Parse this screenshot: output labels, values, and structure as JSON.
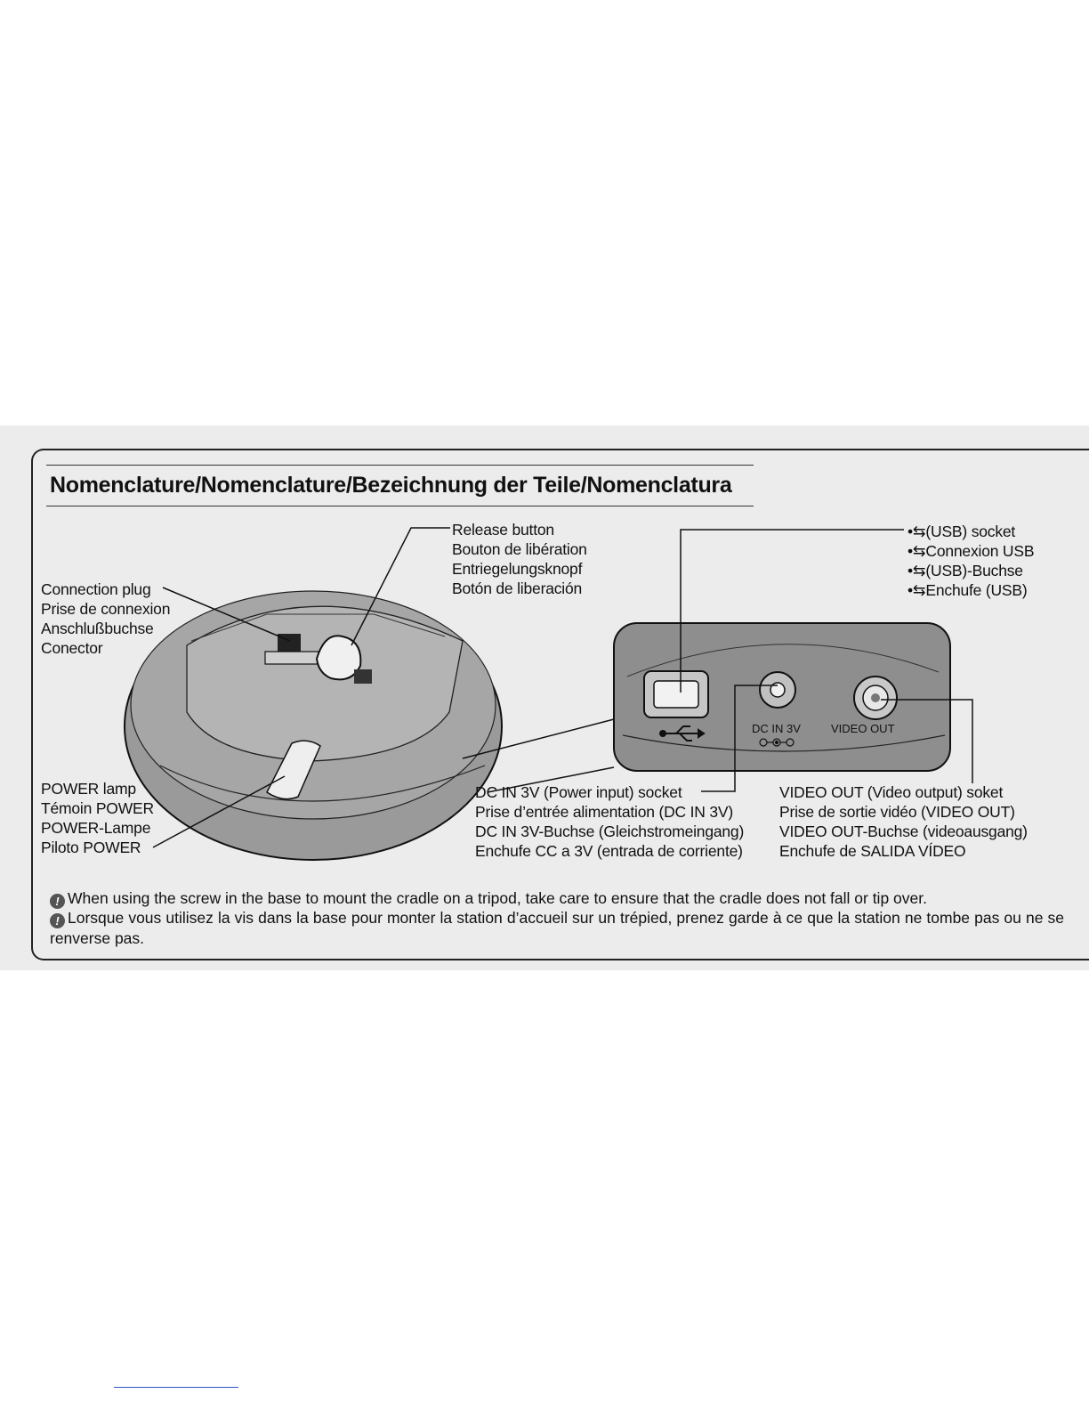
{
  "title": "Nomenclature/Nomenclature/Bezeichnung der Teile/Nomenclatura",
  "labels": {
    "release_button": [
      "Release button",
      "Bouton de libération",
      "Entriegelungsknopf",
      "Botón de liberación"
    ],
    "connection_plug": [
      "Connection plug",
      "Prise de connexion",
      "Anschlußbuchse",
      "Conector"
    ],
    "usb_socket": [
      "(USB) socket",
      "Connexion USB",
      "(USB)-Buchse",
      "Enchufe (USB)"
    ],
    "power_lamp": [
      "POWER lamp",
      "Témoin POWER",
      "POWER-Lampe",
      "Piloto POWER"
    ],
    "dc_in": [
      "DC IN 3V (Power input) socket",
      "Prise d’entrée alimentation (DC IN 3V)",
      "DC IN 3V-Buchse (Gleichstromeingang)",
      "Enchufe CC a 3V (entrada de corriente)"
    ],
    "video_out": [
      "VIDEO OUT (Video output) soket",
      "Prise de sortie vidéo (VIDEO OUT)",
      "VIDEO OUT-Buchse (videoausgang)",
      "Enchufe de SALIDA VÍDEO"
    ]
  },
  "panel": {
    "dc_label": "DC IN 3V",
    "video_label": "VIDEO OUT"
  },
  "notes": {
    "icon": "!",
    "en": "When using the screw in the base to mount the cradle on a tripod, take care to ensure that the cradle does not fall or tip over.",
    "fr": "Lorsque vous utilisez la vis dans la base pour monter la station d’accueil sur un trépied, prenez garde à ce que la station ne tombe pas ou ne se renverse pas."
  }
}
